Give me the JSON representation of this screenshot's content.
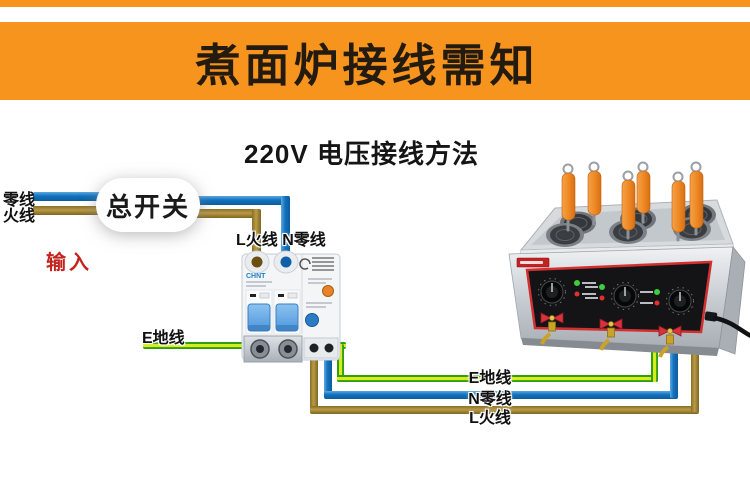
{
  "banner": {
    "title": "煮面炉接线需知"
  },
  "subtitle": "220V 电压接线方法",
  "labels": {
    "neutral_in": "零线",
    "live_in": "火线",
    "input": "输入",
    "main_switch": "总开关",
    "breaker_top": "L火线 N零线",
    "ground_in": "E地线",
    "ground_out": "E地线",
    "neutral_out": "N零线",
    "live_out": "L火线"
  },
  "breaker": {
    "brand": "CHNT"
  },
  "colors": {
    "banner_bg": "#F7941E",
    "banner_text": "#241B10",
    "neutral_wire": "#1272BE",
    "live_wire": "#A6863A",
    "ground_wire_green": "#3DBE26",
    "ground_wire_stripe": "#D8EC1C",
    "input_text": "#C4241E",
    "panel_border": "#D23030",
    "basket_handle": "#EE8A26"
  }
}
